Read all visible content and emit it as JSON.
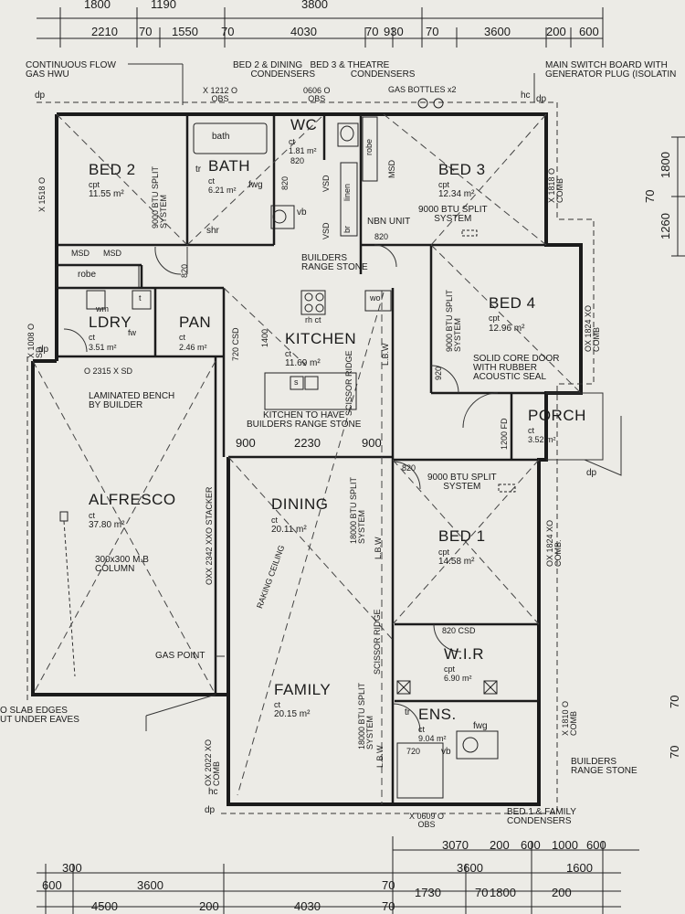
{
  "rooms": {
    "bed2": {
      "name": "BED 2",
      "floor": "cpt",
      "area": "11.55 m²"
    },
    "bath": {
      "name": "BATH",
      "floor": "ct",
      "area": "6.21 m²"
    },
    "wc": {
      "name": "WC",
      "floor": "ct",
      "area": "1.81 m²"
    },
    "bed3": {
      "name": "BED 3",
      "floor": "cpt",
      "area": "12.34 m²"
    },
    "bed4": {
      "name": "BED 4",
      "floor": "cpt",
      "area": "12.96 m²"
    },
    "ldry": {
      "name": "LDRY",
      "floor": "ct",
      "area": "3.51 m²"
    },
    "pan": {
      "name": "PAN",
      "floor": "ct",
      "area": "2.46 m²"
    },
    "kitchen": {
      "name": "KITCHEN",
      "floor": "ct",
      "area": "11.69 m²"
    },
    "alfresco": {
      "name": "ALFRESCO",
      "floor": "ct",
      "area": "37.80 m²"
    },
    "dining": {
      "name": "DINING",
      "floor": "ct",
      "area": "20.11 m²"
    },
    "family": {
      "name": "FAMILY",
      "floor": "ct",
      "area": "20.15 m²"
    },
    "bed1": {
      "name": "BED 1",
      "floor": "cpt",
      "area": "14.58 m²"
    },
    "wir": {
      "name": "W.I.R",
      "floor": "cpt",
      "area": "6.90 m²"
    },
    "ens": {
      "name": "ENS.",
      "floor": "ct",
      "area": "9.04 m²"
    },
    "porch": {
      "name": "PORCH",
      "floor": "ct",
      "area": "3.52 m²"
    }
  },
  "notes": {
    "hwu": "CONTINUOUS FLOW\nGAS HWU",
    "cond_top": "BED 2 & DINING   BED 3 & THEATRE\n       CONDENSERS              CONDENSERS",
    "switchboard": "MAIN SWITCH BOARD WITH\nGENERATOR PLUG (ISOLATIN",
    "gas_bottles": "GAS BOTTLES x2",
    "builders_stone": "BUILDERS\nRANGE STONE",
    "nbn": "NBN UNIT",
    "solid_door": "SOLID CORE DOOR\nWITH RUBBER\nACOUSTIC SEAL",
    "laminated": "LAMINATED BENCH\nBY BUILDER",
    "kitchen_note": "KITCHEN TO HAVE\nBUILDERS RANGE STONE",
    "column": "300x300 M.B\nCOLUMN",
    "gas_point": "GAS POINT",
    "slab": "O SLAB EDGES\nUT UNDER EAVES",
    "raking": "RAKING CEILING",
    "builders_stone2": "BUILDERS\nRANGE STONE",
    "cond_bottom": "BED 1 & FAMILY\nCONDENSERS",
    "split_9000_bed1": "9000 BTU SPLIT\nSYSTEM",
    "split_9000_bed3": "9000 BTU SPLIT\nSYSTEM",
    "split_9000_bed2": "9000 BTU SPLIT\nSYSTEM",
    "split_9000_bed4": "9000 BTU SPLIT\nSYSTEM",
    "split_18000_a": "18000 BTU SPLIT\nSYSTEM",
    "split_18000_b": "18000 BTU SPLIT\nSYSTEM",
    "scissor": "SCISSOR RIDGE",
    "lbw": "L.B.W",
    "stacker": "OXX 2342 XXO STACKER",
    "sd": "O 2315 X SD"
  },
  "small": {
    "bath_fix": "bath",
    "tr": "tr",
    "fwg": "fwg",
    "vb": "vb",
    "shr": "shr",
    "robe": "robe",
    "msd": "MSD",
    "linen": "linen",
    "vsd": "VSD",
    "br": "br",
    "wm": "wm",
    "t": "t",
    "fw": "fw",
    "wo": "wo",
    "rh_ct": "rh ct",
    "dp": "dp",
    "hc": "hc",
    "s": "s",
    "obs1": "X 1212 O\nOBS",
    "obs2": "0606 O\nOBS",
    "obs3": "X 0609 O\nOBS",
    "x1518": "X 1518 O",
    "x1818": "X 1818 O\nCOMB",
    "x1824a": "OX 1824 XO\nCOMB",
    "x1824b": "OX 1824 XO\nCOMB.",
    "x1810": "X 1810 O\nCOMB",
    "x2022": "OX 2022 XO\nCOMB",
    "x1008": "X 1008 O\nSD",
    "d820a": "820",
    "d820b": "820",
    "d820c": "820",
    "d820d": "820",
    "d820csd": "820 CSD",
    "d720csd": "720 CSD",
    "d720": "720",
    "d920": "920",
    "d1200fd": "1200 FD",
    "d1400": "1400"
  },
  "dims_top": {
    "row1": [
      "1800",
      "1190",
      "3800"
    ],
    "row2": [
      "2210",
      "70",
      "1550",
      "70",
      "4030",
      "70",
      "930",
      "70",
      "3600",
      "200",
      "600"
    ]
  },
  "dims_mid": [
    "900",
    "2230",
    "900"
  ],
  "dims_right": [
    "1800",
    "70",
    "1260",
    "70",
    "70"
  ],
  "dims_bottom": {
    "row1": [
      "3070",
      "200",
      "600",
      "1000",
      "600"
    ],
    "row2": [
      "300",
      "3600",
      "1600"
    ],
    "row3": [
      "600",
      "3600",
      "70",
      "1730",
      "70",
      "1800",
      "200"
    ],
    "row4": [
      "4500",
      "200",
      "4030",
      "70"
    ]
  }
}
